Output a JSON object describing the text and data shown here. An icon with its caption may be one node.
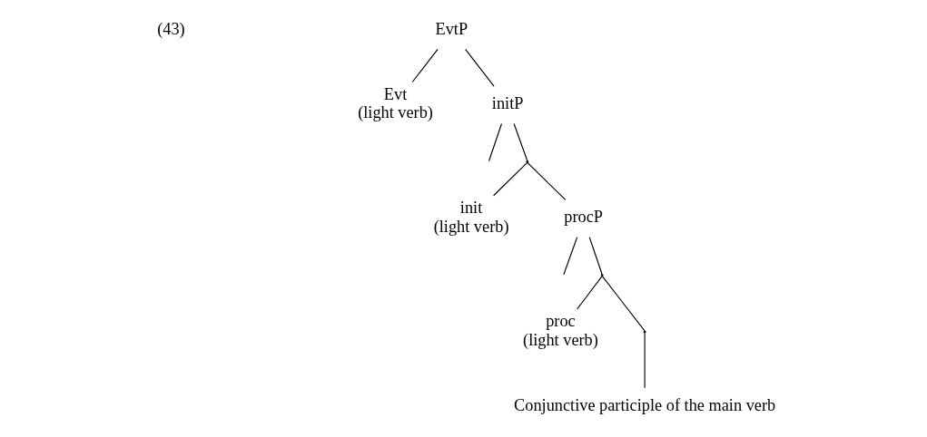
{
  "diagram": {
    "nodes": [
      {
        "text": [
          "EvtP"
        ]
      },
      {
        "text": [
          "Evt",
          "(light verb)"
        ]
      },
      {
        "text": [
          "initP"
        ]
      },
      {
        "text": [],
        "shape": "point"
      },
      {
        "text": [
          "init",
          "(light verb)"
        ]
      },
      {
        "text": [
          "procP"
        ]
      },
      {
        "text": [],
        "shape": "point"
      },
      {
        "text": [
          "proc",
          "(light verb)"
        ]
      },
      {
        "text": [],
        "shape": "point"
      },
      {
        "text": [
          "Conjunctive participle of the main verb"
        ]
      }
    ],
    "edges": [
      {
        "from": 0,
        "to": 1,
        "arrow": "none"
      },
      {
        "from": 0,
        "to": 2,
        "arrow": "none"
      },
      {
        "from": 2,
        "to": null,
        "arrow": "none"
      },
      {
        "from": 2,
        "to": 3,
        "arrow": "none"
      },
      {
        "from": 3,
        "to": 4,
        "arrow": "none"
      },
      {
        "from": 3,
        "to": 5,
        "arrow": "none"
      },
      {
        "from": 5,
        "to": null,
        "arrow": "none"
      },
      {
        "from": 5,
        "to": 6,
        "arrow": "none"
      },
      {
        "from": 6,
        "to": 7,
        "arrow": "none"
      },
      {
        "from": 6,
        "to": 8,
        "arrow": "none"
      },
      {
        "from": 8,
        "to": 9,
        "arrow": "none"
      }
    ],
    "labels": [
      "(43)"
    ]
  }
}
